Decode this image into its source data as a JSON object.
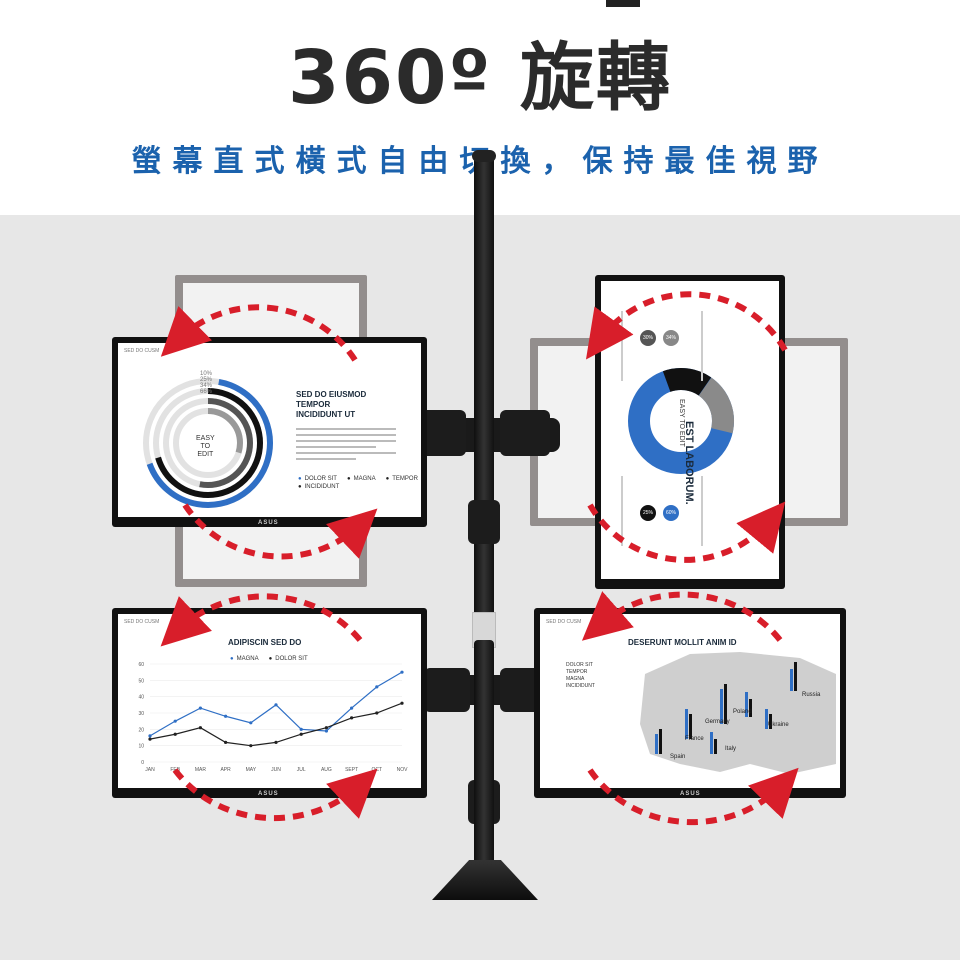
{
  "header": {
    "headline": "360º 旋轉",
    "subline": "螢幕直式橫式自由切換，保持最佳視野"
  },
  "monitor_tl": {
    "corner_label": "SED DO CUSM",
    "percents": [
      "10%",
      "25%",
      "34%",
      "66%"
    ],
    "center_label": [
      "EASY",
      "TO",
      "EDIT"
    ],
    "title": [
      "SED DO EIUSMOD",
      "TEMPOR",
      "INCIDIDUNT UT"
    ],
    "legend": [
      "DOLOR SIT",
      "MAGNA",
      "TEMPOR",
      "INCIDIDUNT"
    ]
  },
  "monitor_tr": {
    "title": "EST LABORUM.",
    "center_label": "EASY TO EDIT",
    "badges": [
      "30%",
      "34%",
      "60%",
      "25%"
    ]
  },
  "monitor_bl": {
    "corner_label": "SED DO CUSM",
    "title": "ADIPISCIN SED DO",
    "legend": [
      "MAGNA",
      "DOLOR SIT"
    ]
  },
  "monitor_br": {
    "corner_label": "SED DO CUSM",
    "title": "DESERUNT MOLLIT ANIM ID",
    "legend": [
      "DOLOR SIT",
      "TEMPOR",
      "MAGNA",
      "INCIDIDUNT"
    ],
    "countries": [
      "Russia",
      "Poland",
      "Germany",
      "Ukraine",
      "France",
      "Italy",
      "Spain"
    ]
  },
  "brand_text": "ASUS",
  "chart_data": {
    "type": "line",
    "categories": [
      "JAN",
      "FEB",
      "MAR",
      "APR",
      "MAY",
      "JUN",
      "JUL",
      "AUG",
      "SEPT",
      "OCT",
      "NOV"
    ],
    "ylim": [
      0,
      60
    ],
    "yticks": [
      "60",
      "50",
      "40",
      "30",
      "20",
      "10",
      "0"
    ],
    "series": [
      {
        "name": "MAGNA",
        "color": "#2f6fc5",
        "values": [
          16,
          25,
          33,
          28,
          24,
          35,
          20,
          19,
          33,
          46,
          55
        ]
      },
      {
        "name": "DOLOR SIT",
        "color": "#222222",
        "values": [
          14,
          17,
          21,
          12,
          10,
          12,
          17,
          21,
          27,
          30,
          36
        ]
      }
    ]
  },
  "colors": {
    "accent_red": "#d81e2a",
    "accent_blue": "#1b62ad",
    "chart_blue": "#2f6fc5"
  }
}
